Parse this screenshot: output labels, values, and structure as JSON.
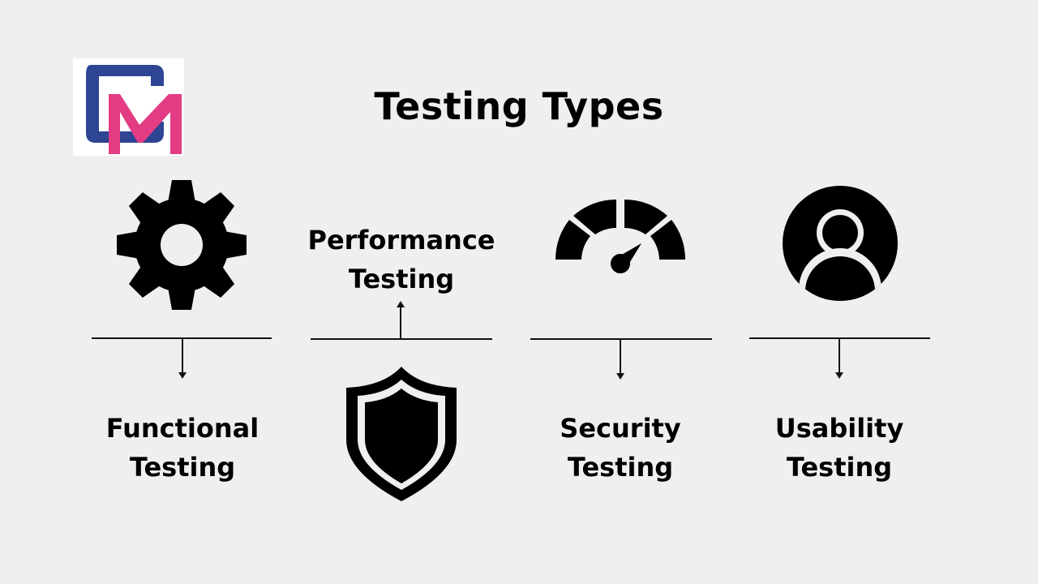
{
  "title": "Testing Types",
  "logo": {
    "letters": "CM",
    "colors": {
      "c": "#2e4593",
      "m": "#e33c84"
    }
  },
  "items": [
    {
      "id": "functional",
      "line1": "Functional",
      "line2": "Testing",
      "icon": "gear-icon",
      "arrow": "down"
    },
    {
      "id": "performance",
      "line1": "Performance",
      "line2": "Testing",
      "icon": "shield-icon",
      "arrow": "up"
    },
    {
      "id": "security",
      "line1": "Security",
      "line2": "Testing",
      "icon": "speedometer-icon",
      "arrow": "down"
    },
    {
      "id": "usability",
      "line1": "Usability",
      "line2": "Testing",
      "icon": "user-circle-icon",
      "arrow": "down"
    }
  ],
  "colors": {
    "background": "#efefef",
    "foreground": "#000000"
  }
}
